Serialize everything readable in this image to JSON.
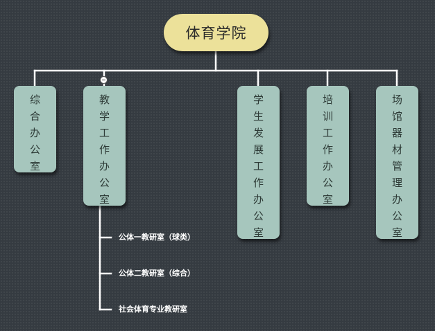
{
  "root": {
    "label": "体育学院"
  },
  "departments": [
    {
      "id": "general-office",
      "label": "综合办公室"
    },
    {
      "id": "teaching-office",
      "label": "教学工作办公室"
    },
    {
      "id": "student-office",
      "label": "学生发展工作办公室"
    },
    {
      "id": "training-office",
      "label": "培训工作办公室"
    },
    {
      "id": "venue-office",
      "label": "场馆器材管理办公室"
    }
  ],
  "teaching_subunits": [
    {
      "label": "公体一教研室（球类）"
    },
    {
      "label": "公体二教研室（综合）"
    },
    {
      "label": "社会体育专业教研室"
    }
  ],
  "colors": {
    "background": "#353b41",
    "root_fill": "#ece19a",
    "department_fill": "#a6c6bd",
    "connector": "#ffffff"
  },
  "icons": {
    "collapse": "minus-circle-icon"
  }
}
